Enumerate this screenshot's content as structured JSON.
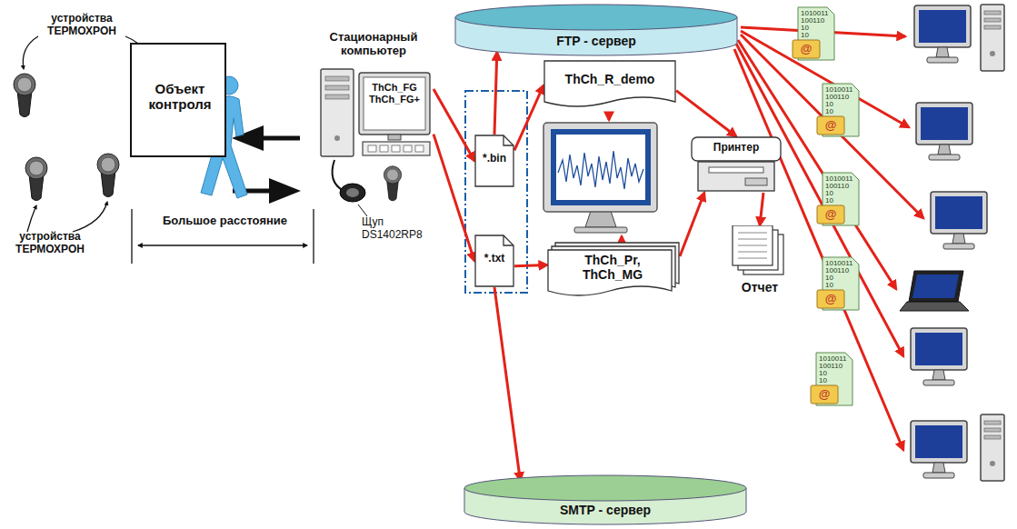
{
  "diagram": {
    "nodes": [
      {
        "text": [
          "Объект контроля"
        ]
      },
      {
        "text": [
          "Стационарный компьютер",
          "ThCh_FG ThCh_FG+"
        ]
      },
      {
        "text": [
          "*.bin"
        ]
      },
      {
        "text": [
          "*.txt"
        ]
      },
      {
        "text": [
          "FTP - сервер"
        ]
      },
      {
        "text": [
          "ThCh_R_demo"
        ]
      },
      {
        "text": [
          "Принтер"
        ]
      },
      {
        "text": [
          "ThCh_Pr, ThCh_MG"
        ]
      },
      {
        "text": [
          "Отчет"
        ]
      },
      {
        "text": [
          "SMTP - сервер"
        ]
      }
    ],
    "edges": [
      {
        "from": 1,
        "to": 2,
        "arrow": "to"
      },
      {
        "from": 1,
        "to": 3,
        "arrow": "to"
      },
      {
        "from": 2,
        "to": 4,
        "arrow": "to"
      },
      {
        "from": 2,
        "to": 5,
        "arrow": "to"
      },
      {
        "from": 5,
        "to": 6,
        "arrow": "to"
      },
      {
        "from": 3,
        "to": 7,
        "arrow": "to"
      },
      {
        "from": 7,
        "to": 6,
        "arrow": "to"
      },
      {
        "from": 6,
        "to": 8,
        "arrow": "to"
      },
      {
        "from": 3,
        "to": 9,
        "arrow": "to"
      }
    ],
    "labels": [
      "устройства ТЕРМОХРОН",
      "устройства ТЕРМОХРОН",
      "Большое расстояние",
      "Щуп DS1402RP8",
      "1010011 100110 10 10",
      "1010011 100110 10 10",
      "1010011 100110 10 10",
      "1010011 100110 10 10",
      "1010011 100110 10 10",
      "@",
      "@",
      "@",
      "@",
      "@"
    ]
  }
}
